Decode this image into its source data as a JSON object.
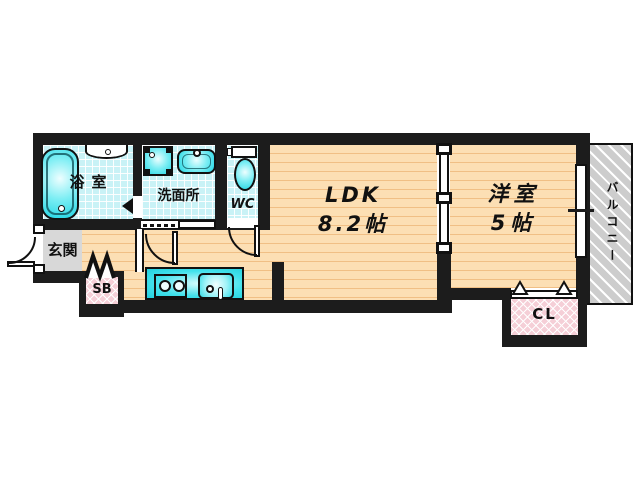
{
  "rooms": {
    "bathroom": {
      "label": "浴室"
    },
    "washroom": {
      "label": "洗面所"
    },
    "toilet": {
      "label": "WC"
    },
    "entrance": {
      "label": "玄関"
    },
    "shoe_box": {
      "label": "SB"
    },
    "ldk": {
      "label": "LDK",
      "area": "8.2帖"
    },
    "western_room": {
      "label": "洋室",
      "area": "5帖"
    },
    "closet": {
      "label": "CL"
    },
    "balcony": {
      "label": "バルコニー"
    }
  },
  "colors": {
    "wall": "#1c1c1c",
    "floor": "#fcdfb4",
    "floor_stripe": "#f0bf85",
    "tile": "#c9f2f6",
    "fixture_cyan": "#2bdce7",
    "entrance_gray": "#d8d8d8",
    "storage_pink": "#f5cfd7",
    "balcony_gray": "#cdcdcd"
  }
}
